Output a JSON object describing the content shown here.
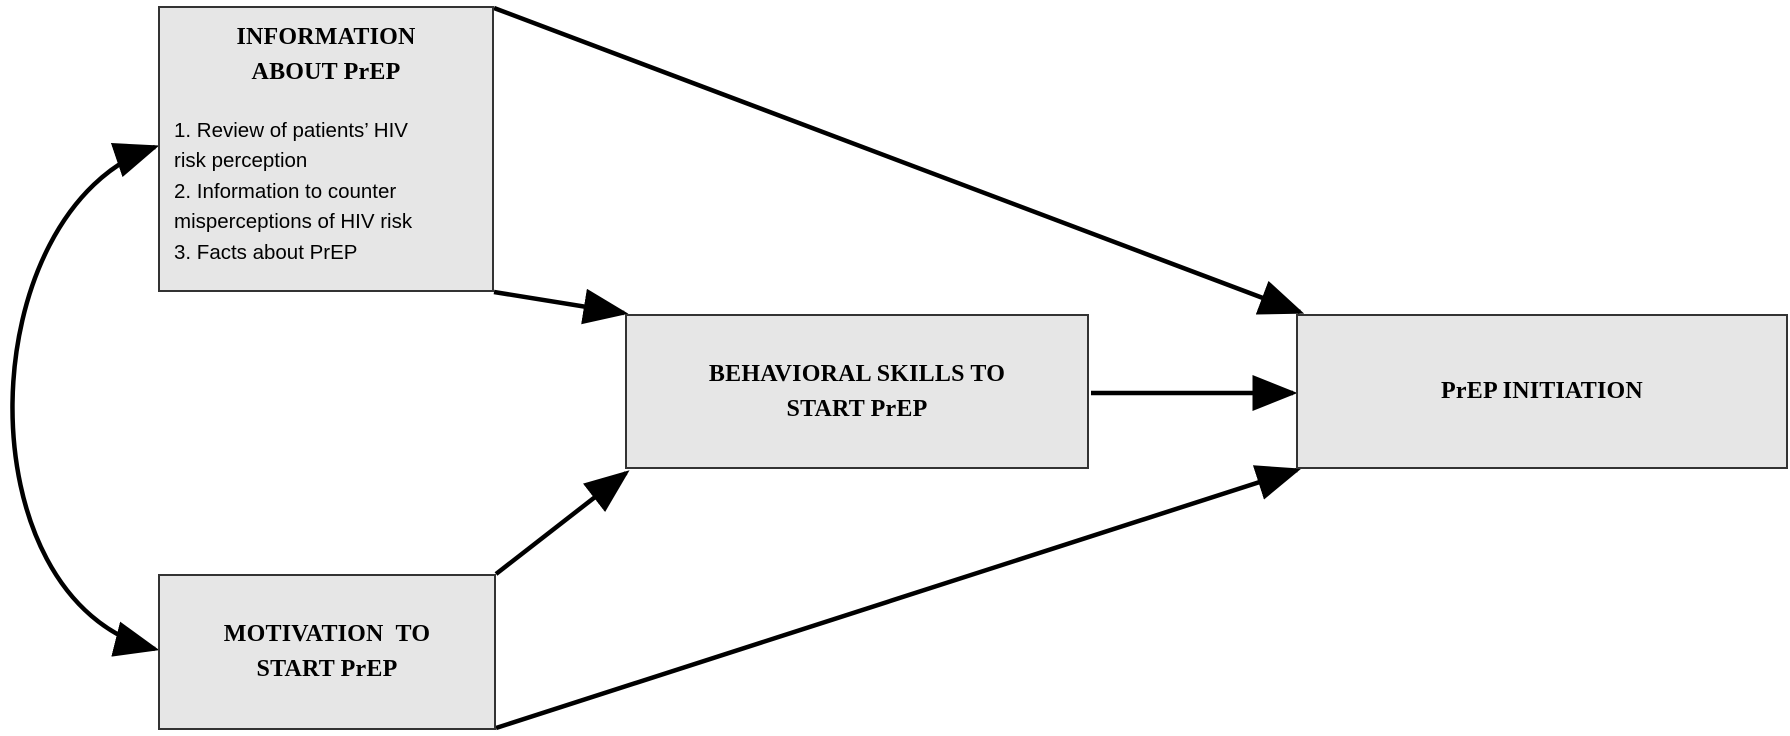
{
  "diagram": {
    "nodes": {
      "information": {
        "title_lines": [
          "INFORMATION",
          "ABOUT PrEP"
        ],
        "list_lines": [
          "1. Review of patients’ HIV",
          "risk perception",
          "2. Information to counter",
          "misperceptions of HIV risk",
          "3. Facts about PrEP"
        ]
      },
      "behavioral": {
        "title_lines": [
          "BEHAVIORAL SKILLS TO",
          "START PrEP"
        ]
      },
      "prep_initiation": {
        "title_lines": [
          "PrEP INITIATION"
        ]
      },
      "motivation": {
        "title_lines": [
          "MOTIVATION  TO",
          "START PrEP"
        ]
      }
    },
    "edges": [
      {
        "from": "information",
        "to": "prep_initiation"
      },
      {
        "from": "information",
        "to": "behavioral"
      },
      {
        "from": "behavioral",
        "to": "prep_initiation"
      },
      {
        "from": "motivation",
        "to": "behavioral"
      },
      {
        "from": "motivation",
        "to": "prep_initiation"
      },
      {
        "from": "information",
        "to": "motivation",
        "bidirectional": true
      }
    ],
    "colors": {
      "box_fill": "#e6e6e6",
      "box_border": "#333333",
      "arrow": "#000000"
    }
  }
}
